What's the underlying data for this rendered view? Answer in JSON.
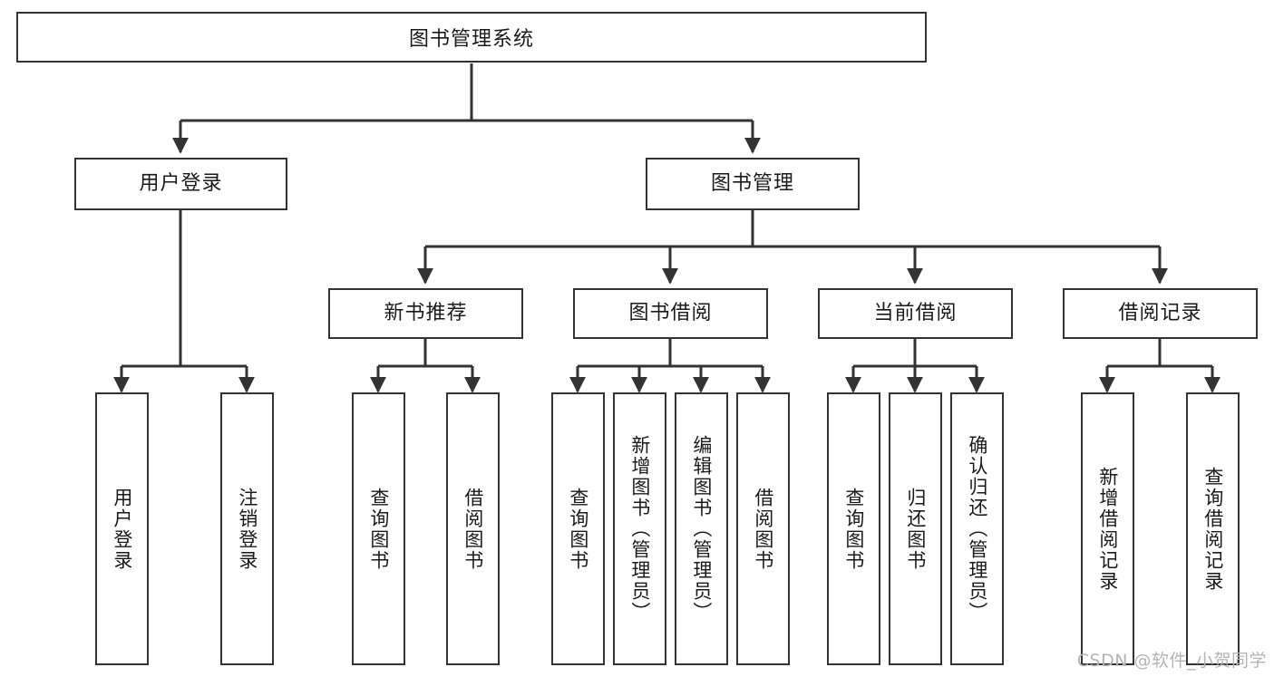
{
  "diagram": {
    "title": "图书管理系统",
    "type": "tree-hierarchy-diagram",
    "colors": {
      "box_border": "#333333",
      "box_fill": "#ffffff",
      "edge": "#333333",
      "text": "#1a1a1a",
      "watermark": "#b4b4b4",
      "background": "#ffffff"
    },
    "root": {
      "label": "图书管理系统"
    },
    "level2": [
      {
        "label": "用户登录"
      },
      {
        "label": "图书管理"
      }
    ],
    "level3": [
      {
        "label": "新书推荐"
      },
      {
        "label": "图书借阅"
      },
      {
        "label": "当前借阅"
      },
      {
        "label": "借阅记录"
      }
    ],
    "leaves": {
      "user_login": [
        {
          "label": "用户登录"
        },
        {
          "label": "注销登录"
        }
      ],
      "new_book_recommend": [
        {
          "label": "查询图书"
        },
        {
          "label": "借阅图书"
        }
      ],
      "book_borrow": [
        {
          "label": "查询图书"
        },
        {
          "label": "新增图书（管理员）"
        },
        {
          "label": "编辑图书（管理员）"
        },
        {
          "label": "借阅图书"
        }
      ],
      "current_borrow": [
        {
          "label": "查询图书"
        },
        {
          "label": "归还图书"
        },
        {
          "label": "确认归还（管理员）"
        }
      ],
      "borrow_records": [
        {
          "label": "新增借阅记录"
        },
        {
          "label": "查询借阅记录"
        }
      ]
    },
    "watermark": "CSDN @软件_小贺同学"
  }
}
